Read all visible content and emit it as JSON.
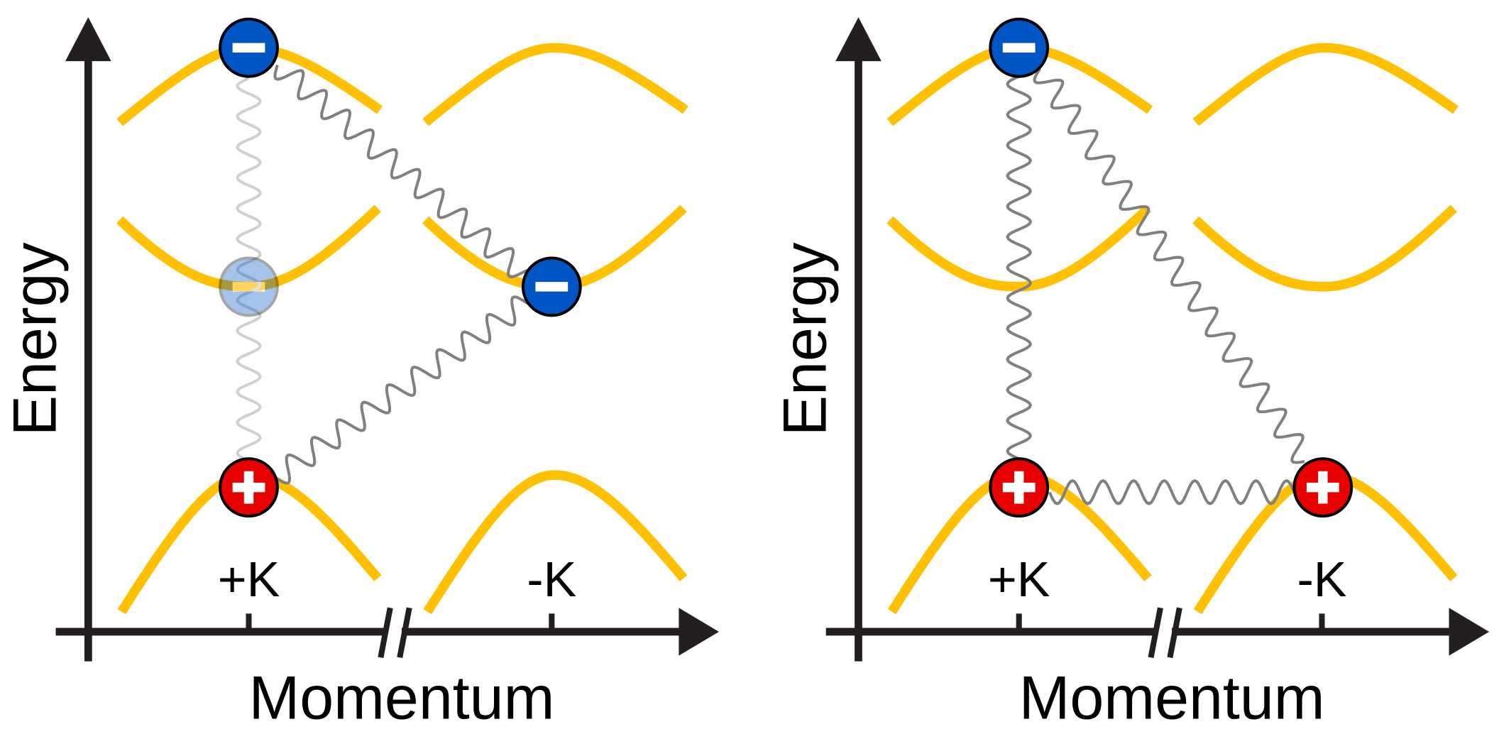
{
  "colors": {
    "band": "#FFC000",
    "electron": "#0055C4",
    "hole": "#E80000",
    "axis": "#231F20",
    "photon": "#808080",
    "photon_faint": "#D0D0D0"
  },
  "panels": [
    {
      "ylabel": "Energy",
      "xlabel": "Momentum",
      "valley_left": "+K",
      "valley_right": "-K"
    },
    {
      "ylabel": "Energy",
      "xlabel": "Momentum",
      "valley_left": "+K",
      "valley_right": "-K"
    }
  ]
}
